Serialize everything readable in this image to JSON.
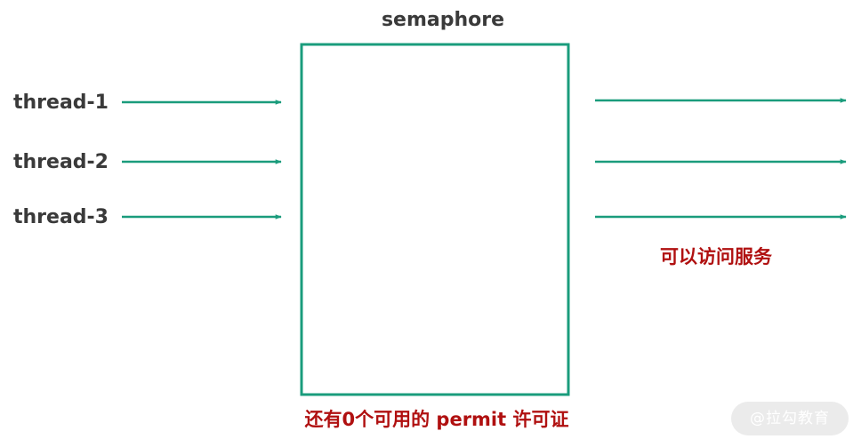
{
  "title": "semaphore",
  "threads": [
    {
      "label": "thread-1"
    },
    {
      "label": "thread-2"
    },
    {
      "label": "thread-3"
    }
  ],
  "outgoing_arrows": 3,
  "access_note": "可以访问服务",
  "permit_note": "还有0个可用的 permit 许可证",
  "watermark": "@拉勾教育",
  "colors": {
    "arrow": "#1a9c7c",
    "box_border": "#1a9c7c",
    "thread_text": "#3a3a3a",
    "title_text": "#3a3a3a",
    "note_text": "#b01010"
  }
}
